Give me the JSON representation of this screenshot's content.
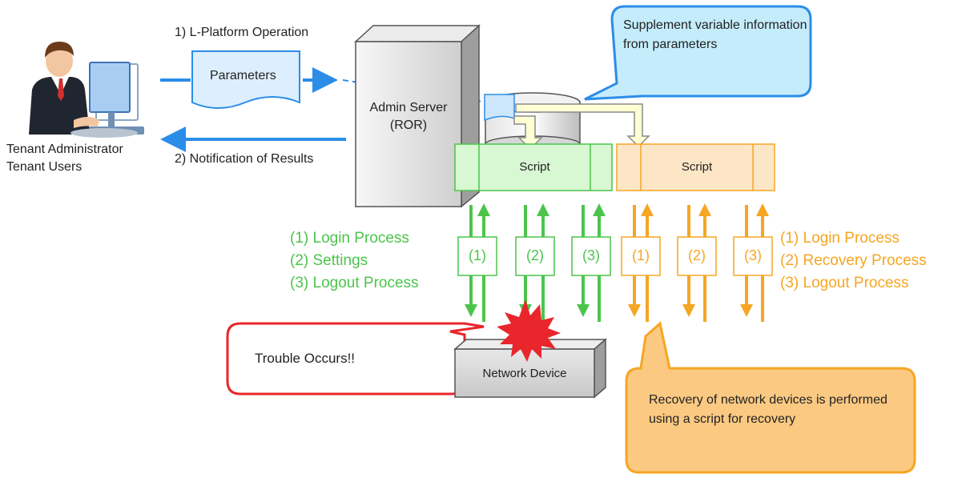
{
  "actors": {
    "tenant_line1": "Tenant Administrator",
    "tenant_line2": "Tenant Users"
  },
  "flows": {
    "operation": "1) L-Platform Operation",
    "notification": "2) Notification of Results",
    "parameters": "Parameters"
  },
  "server": {
    "line1": "Admin Server",
    "line2": "(ROR)"
  },
  "scripts": {
    "green_label": "Script",
    "orange_label": "Script"
  },
  "steps": {
    "green": [
      "(1)",
      "(2)",
      "(3)"
    ],
    "orange": [
      "(1)",
      "(2)",
      "(3)"
    ]
  },
  "legend_green": [
    "(1) Login Process",
    "(2) Settings",
    "(3) Logout Process"
  ],
  "legend_orange": [
    "(1) Login Process",
    "(2) Recovery Process",
    "(3) Logout Process"
  ],
  "callouts": {
    "supplement": "Supplement variable information from parameters",
    "trouble": "Trouble Occurs!!",
    "recovery": "Recovery of network devices is performed using a script for recovery"
  },
  "device": "Network Device",
  "colors": {
    "blue": "#2b8de8",
    "green": "#4cc44c",
    "orange": "#f5a623",
    "red": "#e8262b"
  }
}
